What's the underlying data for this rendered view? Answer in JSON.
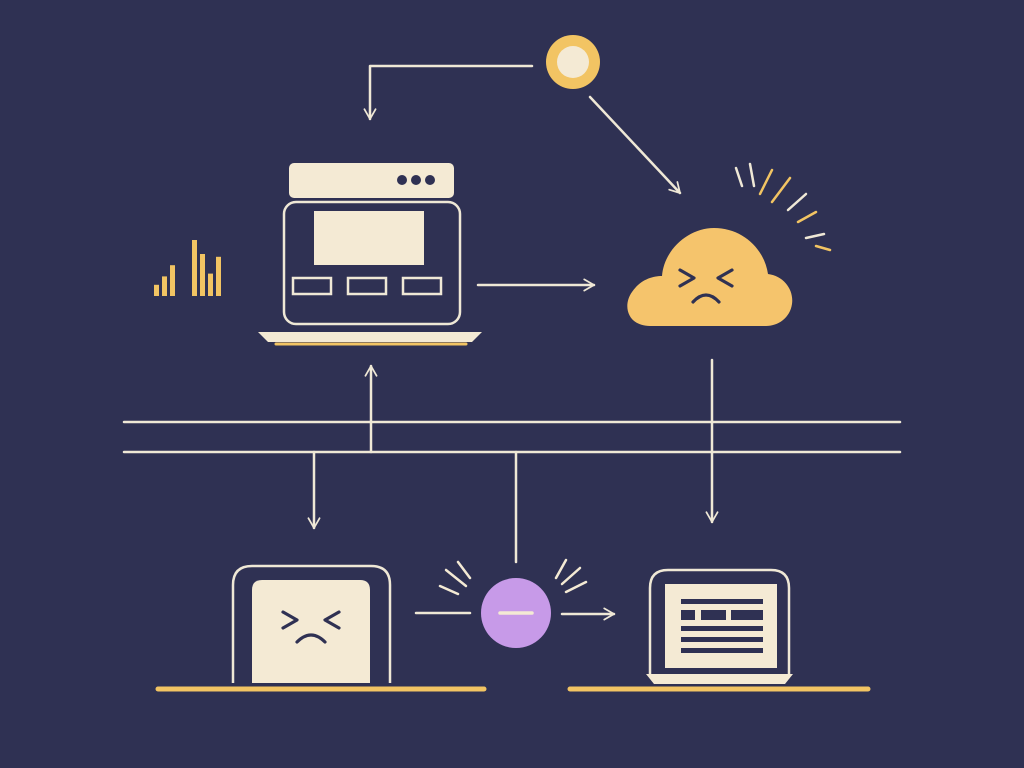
{
  "palette": {
    "background": "#2f3153",
    "line": "#efe8d6",
    "cream": "#f4ead4",
    "gold": "#f2c463",
    "cloud": "#f5c46c",
    "node_purple": "#c79ae8",
    "face_stroke": "#2f3153",
    "bars": "#f2c463"
  },
  "icons": {
    "source_node": "sun-node-icon",
    "browser_laptop": "browser-laptop-icon",
    "cloud": "angry-cloud-icon",
    "angry_box": "angry-device-icon",
    "processor_node": "purple-node-icon",
    "document_laptop": "document-laptop-icon",
    "signal_bars": "signal-bars-icon",
    "alert_rays": "alert-rays-icon"
  },
  "signal_bars": [
    0.2,
    0.35,
    0.55,
    1.0,
    0.75,
    0.4,
    0.7
  ]
}
